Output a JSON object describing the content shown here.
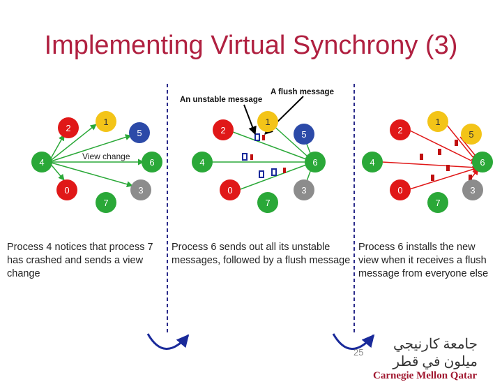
{
  "title": "Implementing Virtual Synchrony (3)",
  "annotations": {
    "unstable_message": "An unstable message",
    "flush_message": "A flush message",
    "view_change": "View change"
  },
  "colors": {
    "title": "#b02040",
    "node_red": "#e01818",
    "node_yellow": "#f3c418",
    "node_blue": "#2c4aa8",
    "node_green": "#2aa838",
    "node_gray": "#8c8c8c",
    "divider": "#2a2a8a",
    "message_blue": "#1a2a9a",
    "message_red": "#c01010",
    "arc": "#1a2a9a"
  },
  "panel_nodes": [
    "2",
    "1",
    "5",
    "4",
    "6",
    "0",
    "7",
    "3"
  ],
  "captions": {
    "left": "Process 4 notices that process 7 has crashed and sends a view change",
    "middle": "Process 6 sends out all its unstable messages, followed by a flush message",
    "right": "Process 6 installs the new view when it receives a flush message from everyone else"
  },
  "footer": {
    "page_number": "25",
    "logo_arabic": "جامعة كارنيجي ميلون في قطر",
    "logo_text": "Carnegie Mellon Qatar"
  }
}
